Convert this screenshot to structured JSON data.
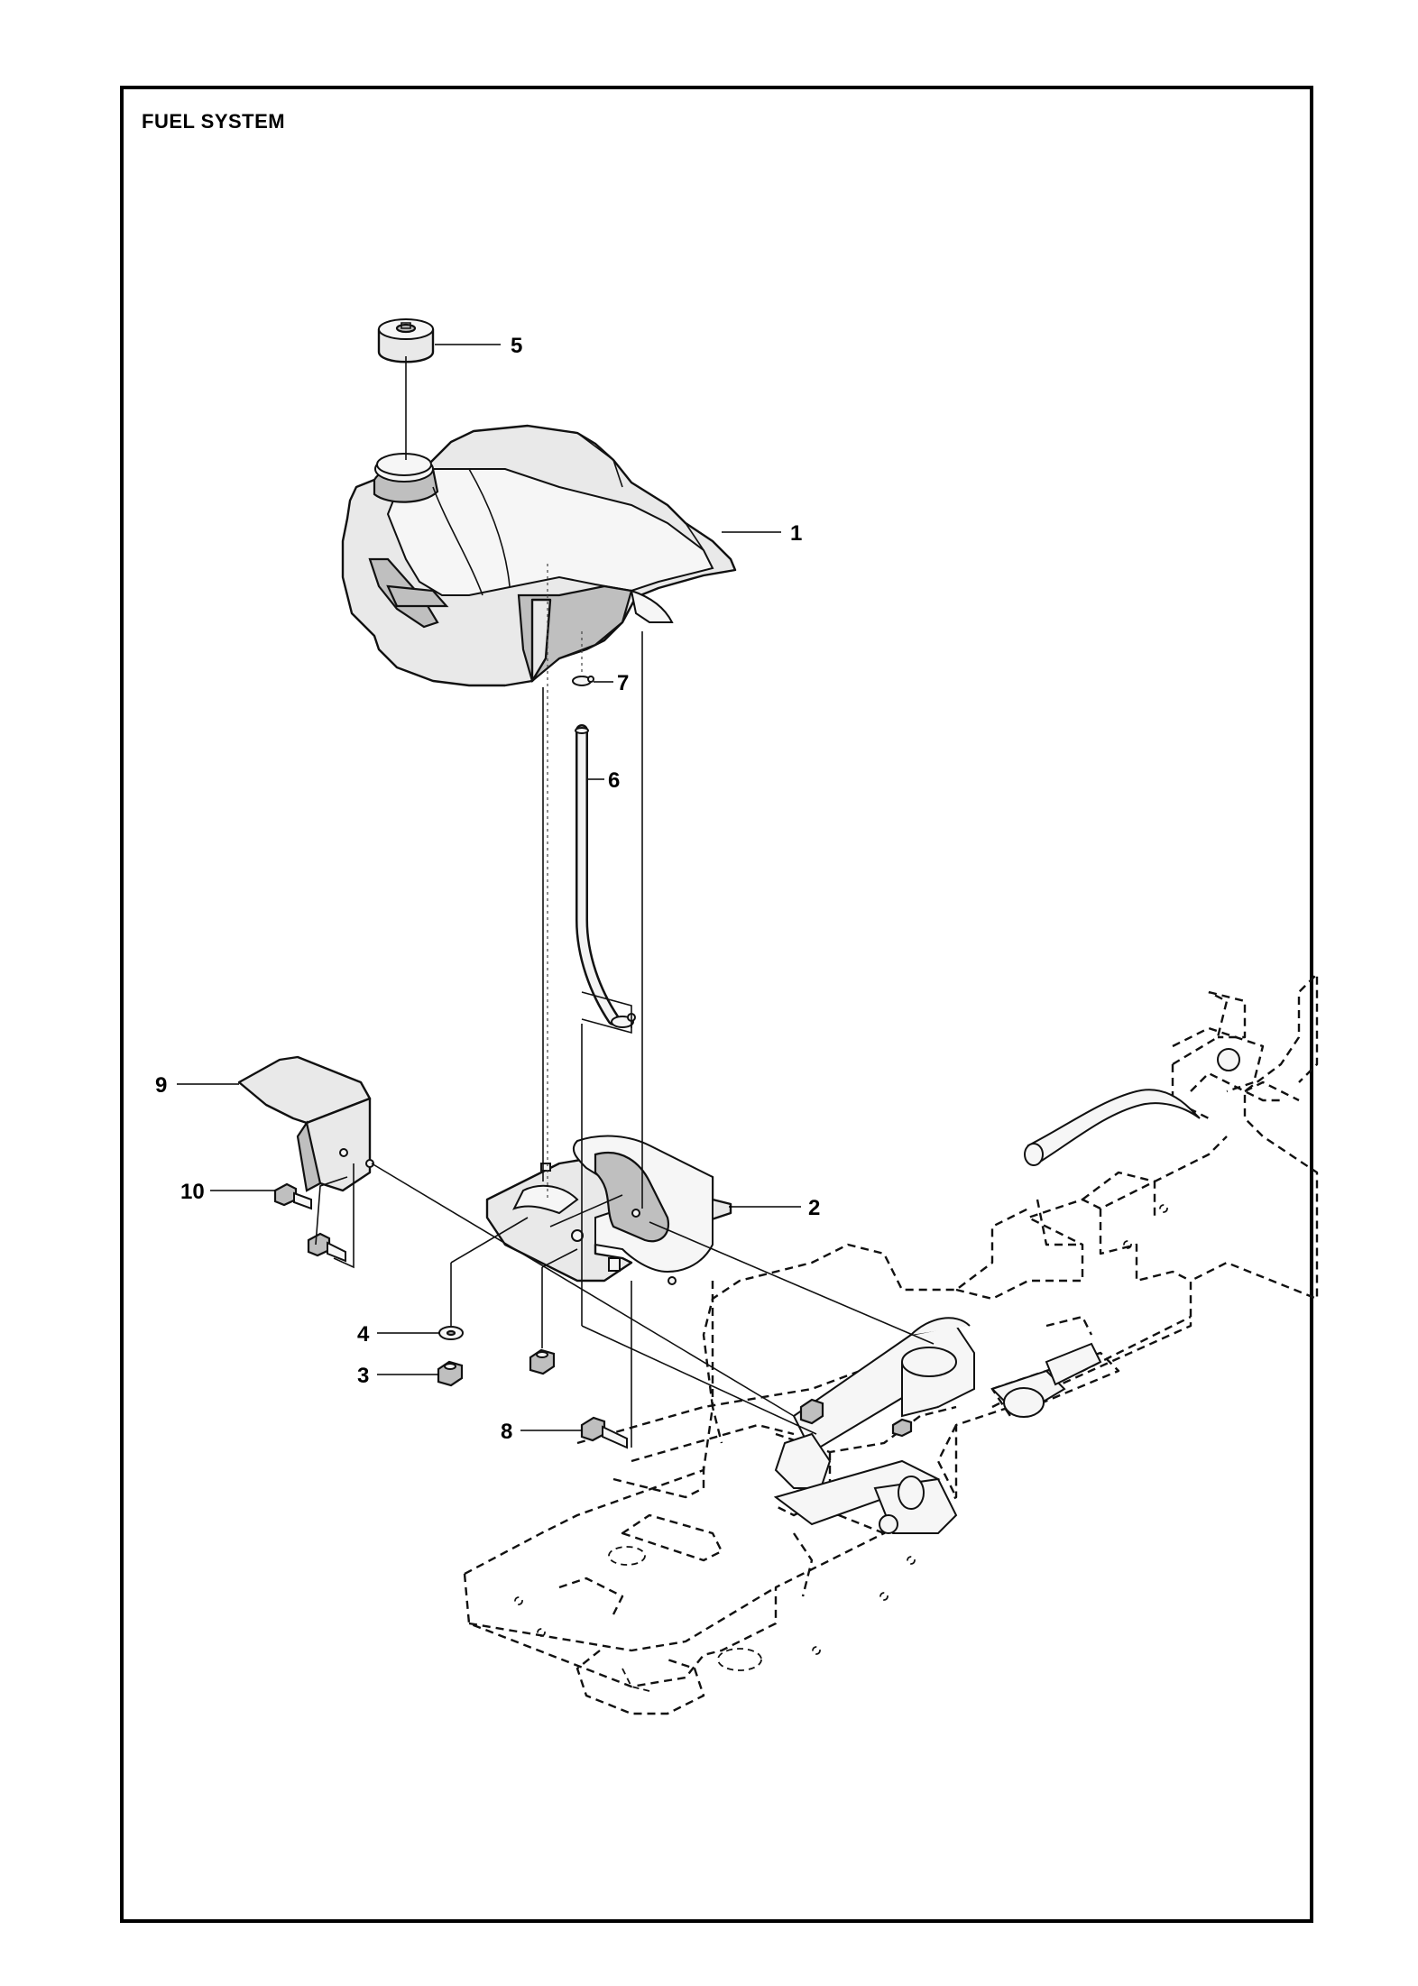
{
  "title": "FUEL SYSTEM",
  "parts": [
    {
      "id": "part-1",
      "label": "1",
      "icon": "fuel-tank-icon"
    },
    {
      "id": "part-2",
      "label": "2",
      "icon": "tank-bracket-icon"
    },
    {
      "id": "part-3",
      "label": "3",
      "icon": "lock-nut-icon"
    },
    {
      "id": "part-4",
      "label": "4",
      "icon": "washer-icon"
    },
    {
      "id": "part-5",
      "label": "5",
      "icon": "fuel-cap-icon"
    },
    {
      "id": "part-6",
      "label": "6",
      "icon": "fuel-hose-icon"
    },
    {
      "id": "part-7",
      "label": "7",
      "icon": "hose-clamp-icon"
    },
    {
      "id": "part-8",
      "label": "8",
      "icon": "flange-bolt-icon"
    },
    {
      "id": "part-9",
      "label": "9",
      "icon": "heat-shield-icon"
    },
    {
      "id": "part-10",
      "label": "10",
      "icon": "screw-icon"
    }
  ],
  "colors": {
    "line": "#000000",
    "part_fill": "#e9e9e9",
    "background": "#ffffff"
  }
}
